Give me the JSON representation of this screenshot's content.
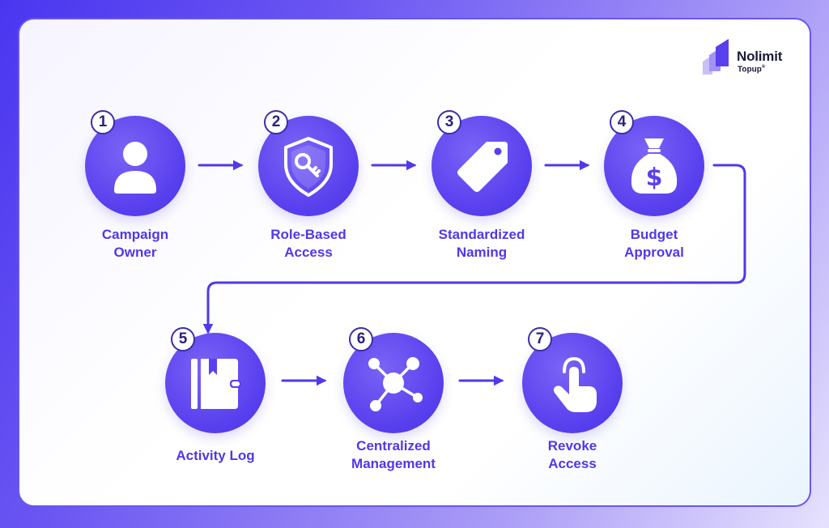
{
  "brand": {
    "name": "Nolimit",
    "sub": "Topup",
    "sub_mark": "®",
    "colors": {
      "primary": "#5940ee",
      "accent": "#8b7bf6",
      "badge_border": "#3a2fa8",
      "text": "#5038e8"
    }
  },
  "steps": [
    {
      "number": "1",
      "label": "Campaign\nOwner",
      "icon": "user-icon"
    },
    {
      "number": "2",
      "label": "Role-Based\nAccess",
      "icon": "shield-key-icon"
    },
    {
      "number": "3",
      "label": "Standardized\nNaming",
      "icon": "tag-icon"
    },
    {
      "number": "4",
      "label": "Budget\nApproval",
      "icon": "money-bag-icon"
    },
    {
      "number": "5",
      "label": "Activity Log",
      "icon": "notebook-icon"
    },
    {
      "number": "6",
      "label": "Centralized\nManagement",
      "icon": "network-icon"
    },
    {
      "number": "7",
      "label": "Revoke\nAccess",
      "icon": "finger-tap-icon"
    }
  ]
}
